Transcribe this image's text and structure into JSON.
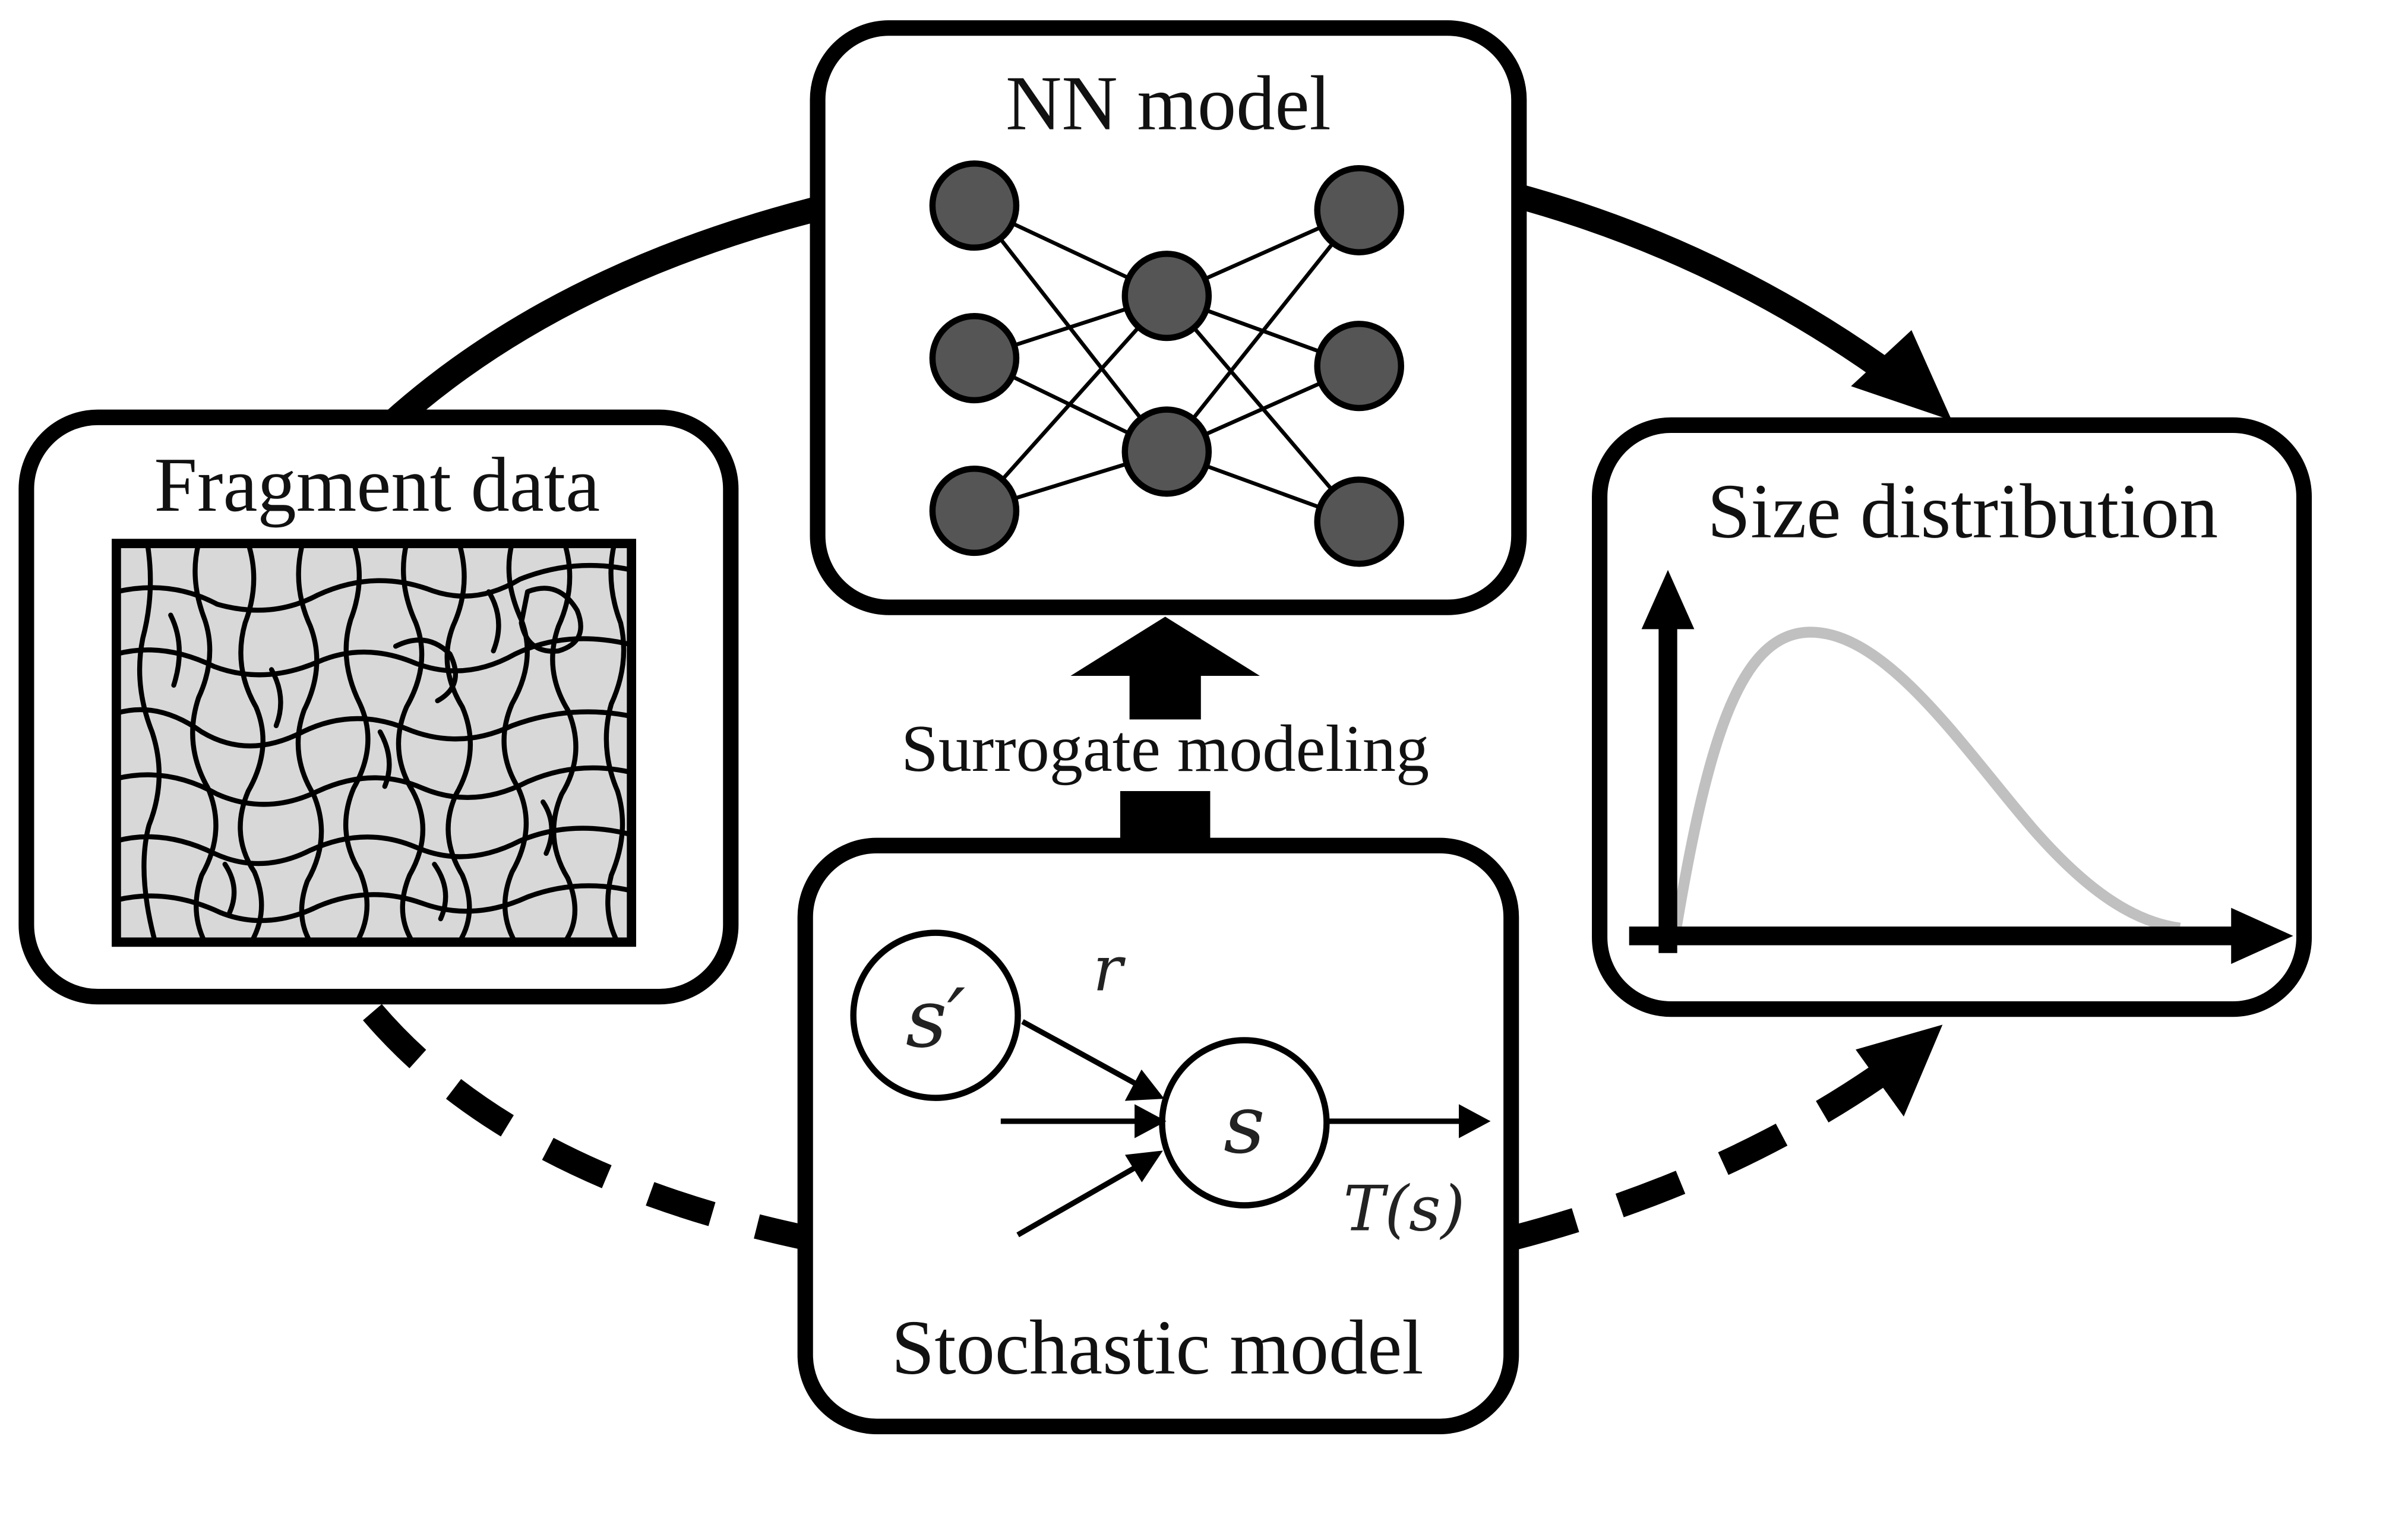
{
  "boxes": {
    "fragment_data": {
      "title": "Fragment data"
    },
    "nn_model": {
      "title": "NN model"
    },
    "size_distribution": {
      "title": "Size distribution"
    },
    "stochastic_model": {
      "title": "Stochastic model",
      "node_source": "s′",
      "node_target": "s",
      "edge_label": "r",
      "output_label": "T(s)"
    }
  },
  "arrows": {
    "surrogate_label": "Surrogate modeling"
  },
  "colors": {
    "node_fill": "#555555",
    "crack_fill": "#d8d8d8",
    "curve": "#c0c0c0",
    "stroke": "#000000"
  }
}
